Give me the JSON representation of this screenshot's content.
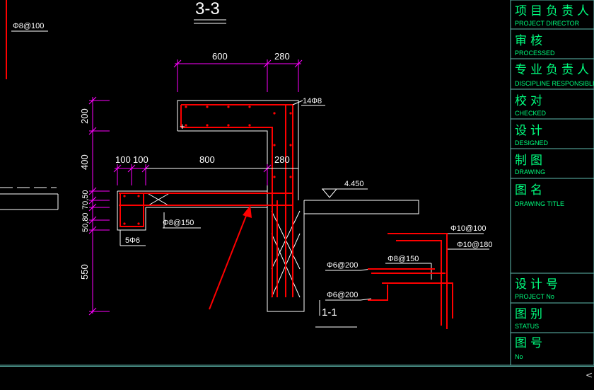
{
  "drawing": {
    "section_title": "3-3",
    "top_left_label": "Φ8@100",
    "dims": {
      "d600": "600",
      "d280_top": "280",
      "d200": "200",
      "d400": "400",
      "d100a": "100",
      "d100b": "100",
      "d800": "800",
      "d280_mid": "280",
      "d70_50": "70,50",
      "d50_80": "50,80",
      "d550": "550"
    },
    "rebar": {
      "r14phi8": "14Φ8",
      "phi8_150_left": "Φ8@150",
      "r5phi6": "5Φ6",
      "phi10_100": "Φ10@100",
      "phi10_180": "Φ10@180",
      "phi8_150_right": "Φ8@150",
      "phi6_200_a": "Φ6@200",
      "phi6_200_b": "Φ6@200"
    },
    "elevation": "4.450",
    "section_1_1": "1-1"
  },
  "title_block": {
    "rows": [
      {
        "cn": "项目负责人",
        "en": "PROJECT DIRECTOR"
      },
      {
        "cn": "审核",
        "en": "PROCESSED"
      },
      {
        "cn": "专业负责人",
        "en": "DISCIPLINE RESPONSIBLE BY"
      },
      {
        "cn": "校对",
        "en": "CHECKED"
      },
      {
        "cn": "设计",
        "en": "DESIGNED"
      },
      {
        "cn": "制图",
        "en": "DRAWING"
      },
      {
        "cn": "图名",
        "en": "DRAWING TITLE"
      },
      {
        "cn": "设计号",
        "en": "PROJECT No"
      },
      {
        "cn": "图别",
        "en": "STATUS"
      },
      {
        "cn": "图号",
        "en": "No"
      }
    ]
  },
  "status_bar": {
    "glyph": "<"
  },
  "colors": {
    "background": "#000000",
    "lines": "#ffffff",
    "rebar": "#ff0000",
    "dims": "#ff00ff",
    "frame": "#5fbcb1",
    "title_text": "#00ff7f"
  }
}
